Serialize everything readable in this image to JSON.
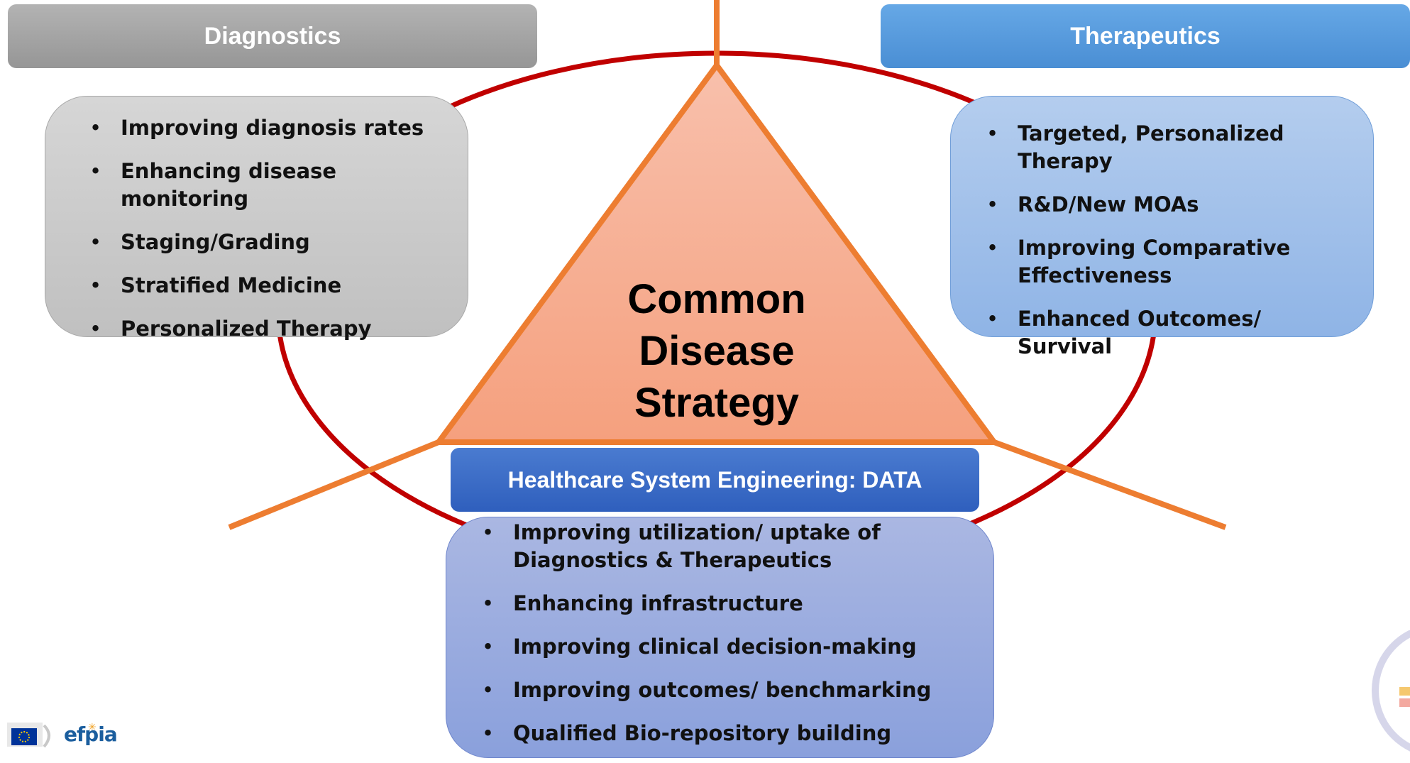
{
  "headers": {
    "diagnostics": "Diagnostics",
    "therapeutics": "Therapeutics",
    "data": "Healthcare System Engineering: DATA"
  },
  "center_title": {
    "line1": "Common",
    "line2": "Disease",
    "line3": "Strategy"
  },
  "diagnostics_items": [
    "Improving diagnosis rates",
    "Enhancing disease monitoring",
    "Staging/Grading",
    "Stratified Medicine",
    "Personalized Therapy"
  ],
  "therapeutics_items": [
    "Targeted, Personalized Therapy",
    "R&D/New MOAs",
    "Improving Comparative Effectiveness",
    "Enhanced Outcomes/ Survival"
  ],
  "data_items": [
    "Improving utilization/ uptake of Diagnostics & Therapeutics",
    "Enhancing infrastructure",
    "Improving clinical decision-making",
    "Improving outcomes/ benchmarking",
    "Qualified Bio-repository building"
  ],
  "logos": {
    "efpia": "efpia",
    "eu_flag": "eu-flag-logo"
  },
  "colors": {
    "circle": "#c00000",
    "triangle_stroke": "#ed7d31",
    "triangle_fill": "#f7b096",
    "diagnostics_header": "#a6a6a6",
    "therapeutics_header": "#5b9bd5",
    "data_header": "#4472c4"
  }
}
